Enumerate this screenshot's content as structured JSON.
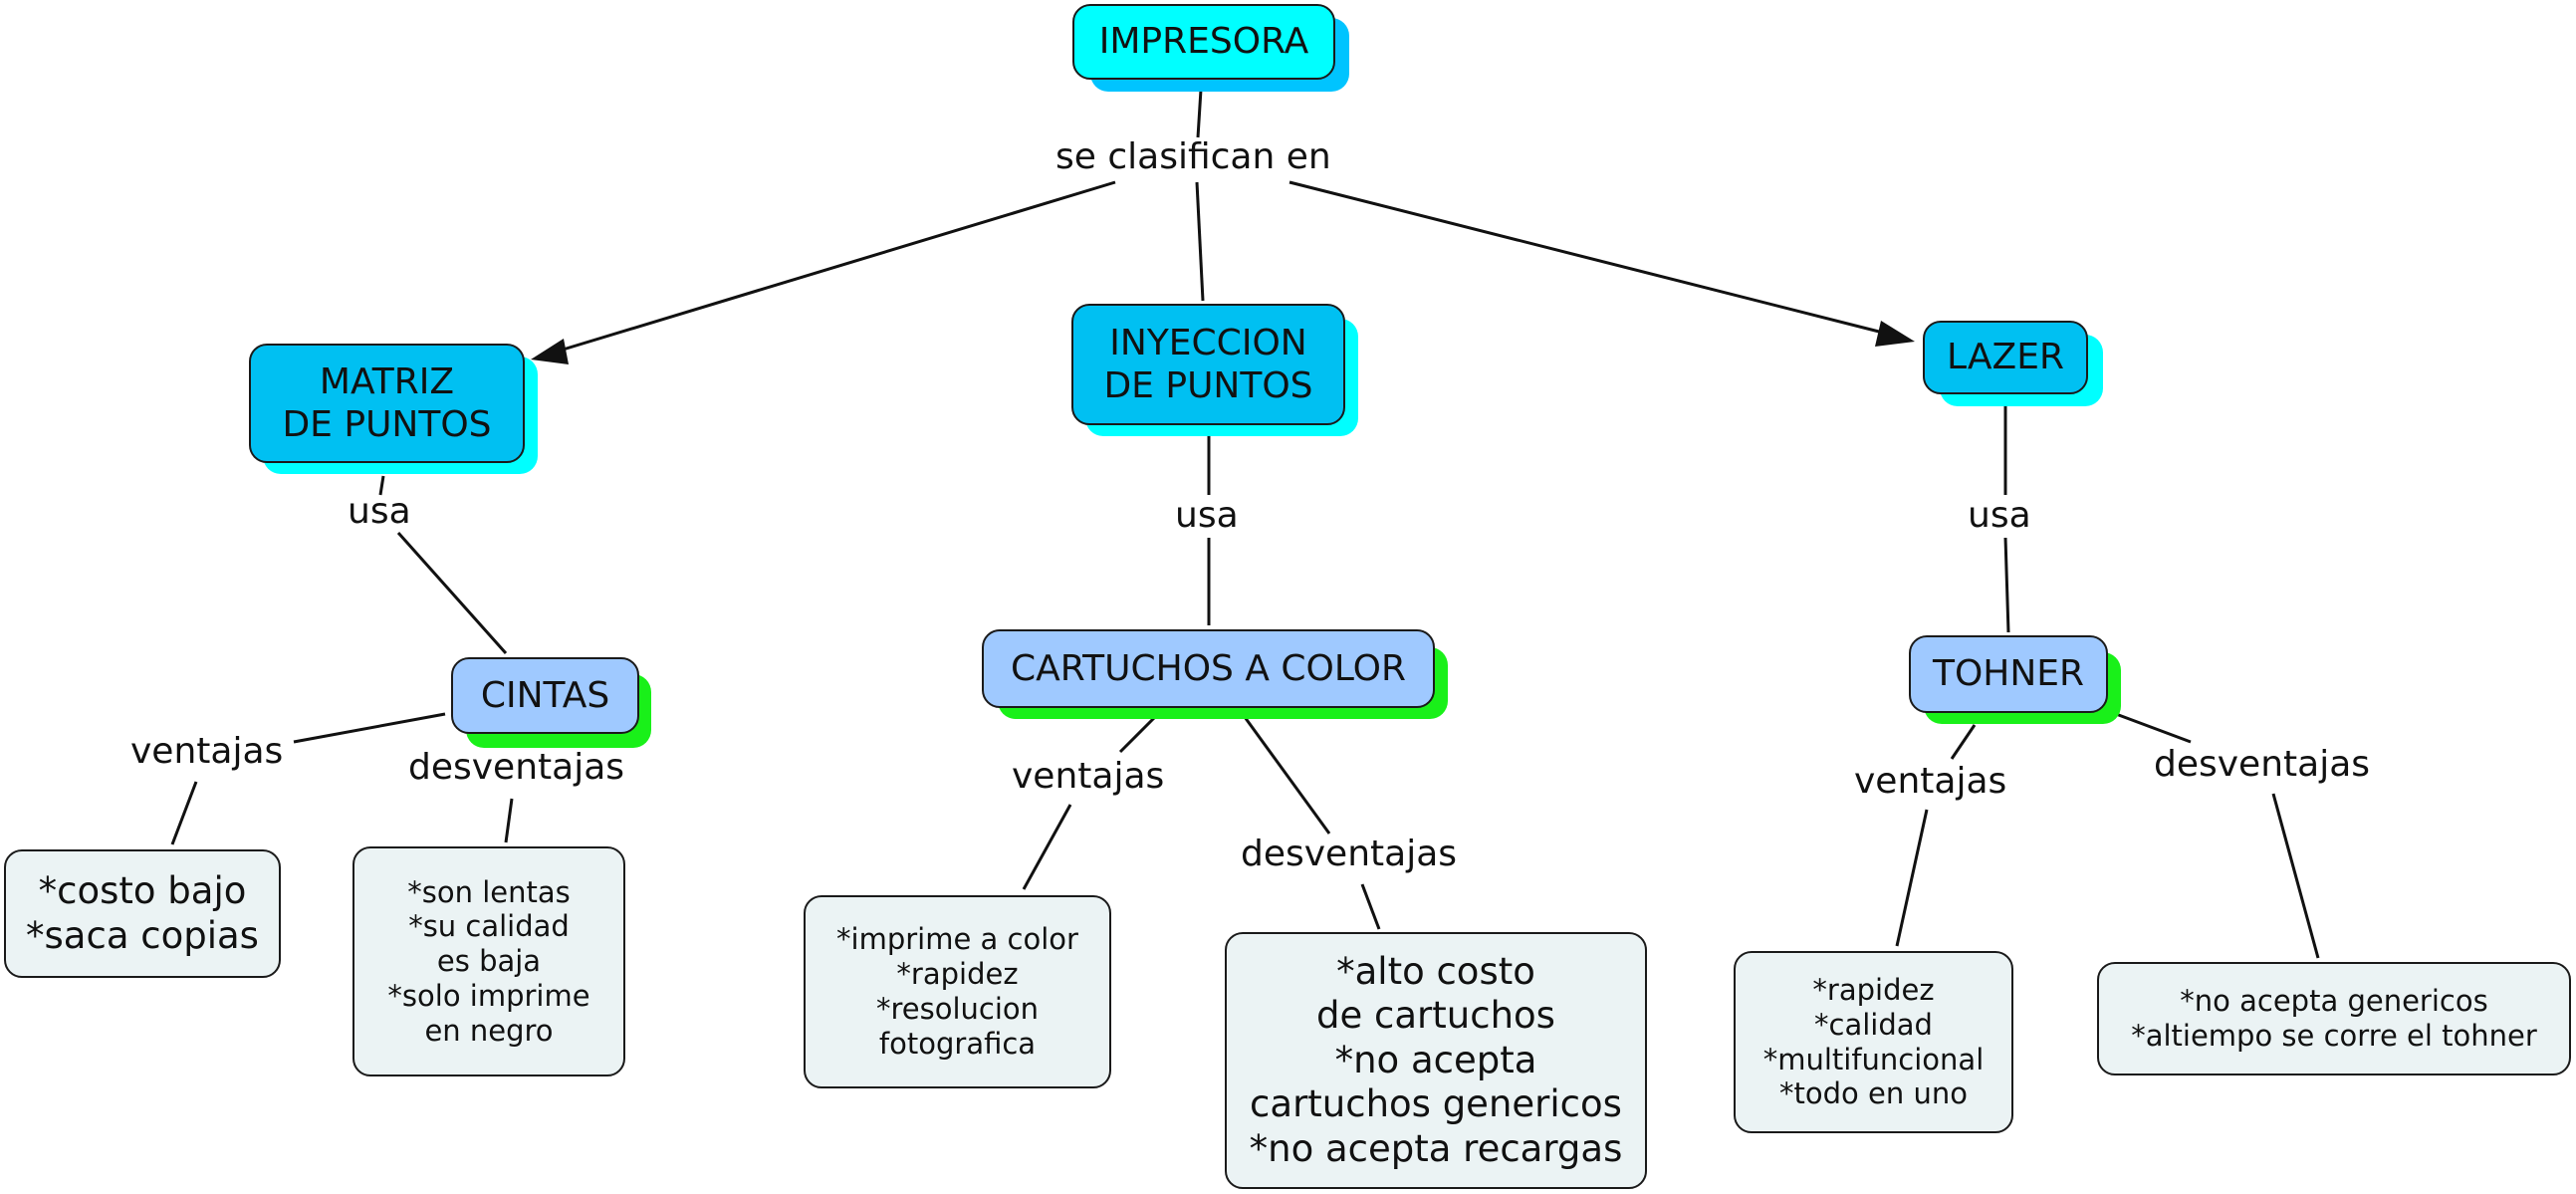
{
  "colors": {
    "root_fill": "#00ffff",
    "type_fill": "#00c0f2",
    "supply_fill": "#9fc9ff",
    "detail_fill": "#ebf3f4",
    "shadow_blue": "#00c4ff",
    "shadow_cyan": "#00ffff",
    "shadow_green": "#19f019",
    "line": "#111111"
  },
  "nodes": {
    "impresora": "IMPRESORA",
    "matriz": "MATRIZ\nDE PUNTOS",
    "inyeccion": "INYECCION\nDE PUNTOS",
    "lazer": "LAZER",
    "cintas": "CINTAS",
    "cartuchos": "CARTUCHOS A COLOR",
    "tohner": "TOHNER",
    "cintas_ventajas": "*costo bajo\n*saca copias",
    "cintas_desventajas": "*son lentas\n*su calidad\nes baja\n*solo imprime\nen negro",
    "cartuchos_ventajas": "*imprime a color\n*rapidez\n*resolucion\nfotografica",
    "cartuchos_desventajas": "*alto costo\nde cartuchos\n*no acepta\ncartuchos genericos\n*no acepta recargas",
    "tohner_ventajas": "*rapidez\n*calidad\n*multifuncional\n*todo en uno",
    "tohner_desventajas": "*no acepta genericos\n*altiempo se corre el tohner"
  },
  "links": {
    "clasifican": "se clasifican en",
    "usa_matriz": "usa",
    "usa_inyeccion": "usa",
    "usa_lazer": "usa",
    "cintas_ventajas": "ventajas",
    "cintas_desventajas": "desventajas",
    "cartuchos_ventajas": "ventajas",
    "cartuchos_desventajas": "desventajas",
    "tohner_ventajas": "ventajas",
    "tohner_desventajas": "desventajas"
  }
}
